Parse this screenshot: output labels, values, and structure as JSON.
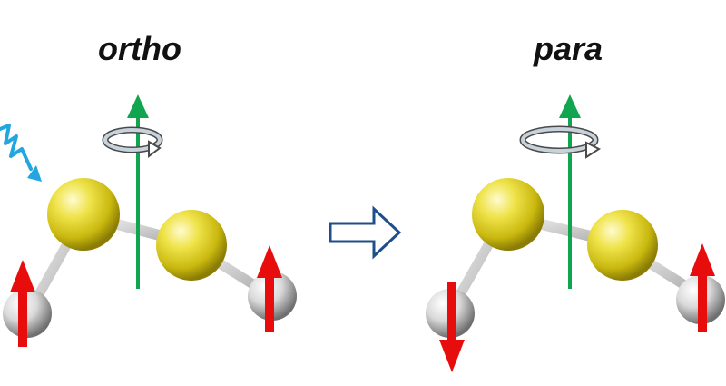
{
  "labels": {
    "left": "ortho",
    "right": "para"
  },
  "colors": {
    "sulfur": "#e2d51d",
    "hydrogen": "#e8e8e8",
    "spin_arrow": "#e80d0d",
    "axis_arrow": "#12a550",
    "photon_wave": "#22a6e0",
    "transition_arrow": "#1f4f8a",
    "rotation_ring": "#9aa9b6"
  },
  "molecules": [
    {
      "name": "ortho",
      "spins": [
        "up",
        "up"
      ]
    },
    {
      "name": "para",
      "spins": [
        "down",
        "up"
      ]
    }
  ]
}
